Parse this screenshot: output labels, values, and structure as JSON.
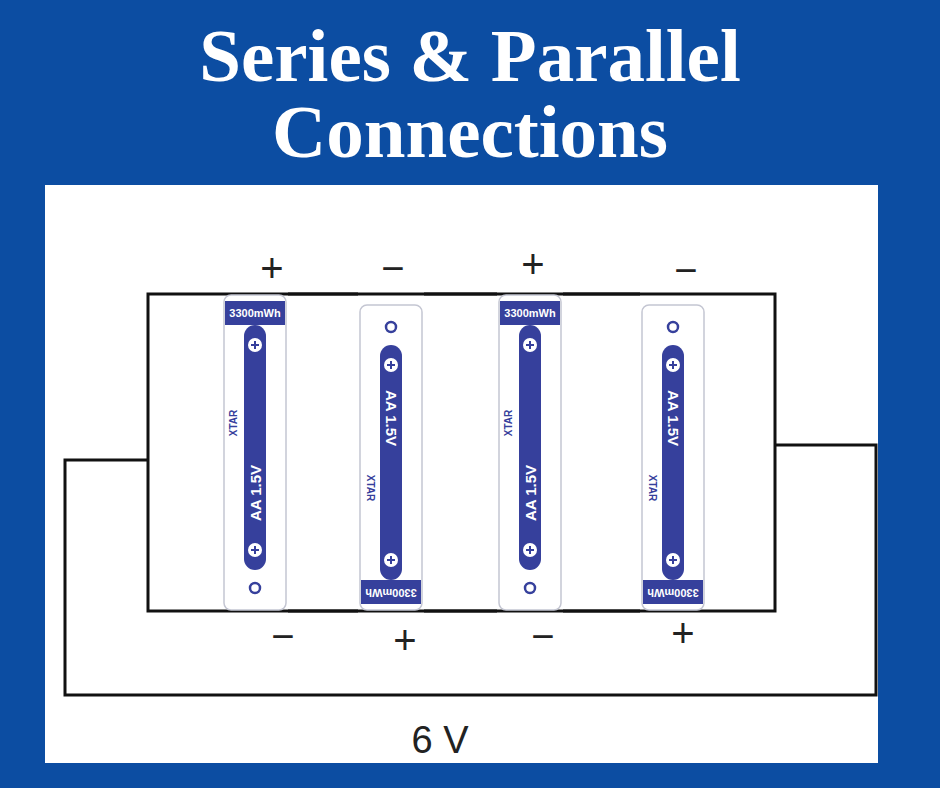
{
  "diagram": {
    "title": "Series & Parallel Connections",
    "nodes": [
      {
        "text": [
          "3300mWh",
          "XTAR",
          "AA 1.5V"
        ]
      },
      {
        "text": [
          "3300mWh",
          "XTAR",
          "AA 1.5V"
        ]
      },
      {
        "text": [
          "3300mWh",
          "XTAR",
          "AA 1.5V"
        ]
      },
      {
        "text": [
          "3300mWh",
          "XTAR",
          "AA 1.5V"
        ]
      }
    ],
    "edges": [
      {
        "from": 0,
        "to": 1,
        "arrow": "none"
      },
      {
        "from": 1,
        "to": 2,
        "arrow": "none"
      },
      {
        "from": 2,
        "to": 3,
        "arrow": "none"
      },
      {
        "from": 0,
        "to": 1,
        "arrow": "none"
      },
      {
        "from": 1,
        "to": 2,
        "arrow": "none"
      },
      {
        "from": 2,
        "to": 3,
        "arrow": "none"
      }
    ],
    "labels": [
      "+",
      "−",
      "+",
      "−",
      "−",
      "+",
      "−",
      "+",
      "6 V"
    ]
  }
}
